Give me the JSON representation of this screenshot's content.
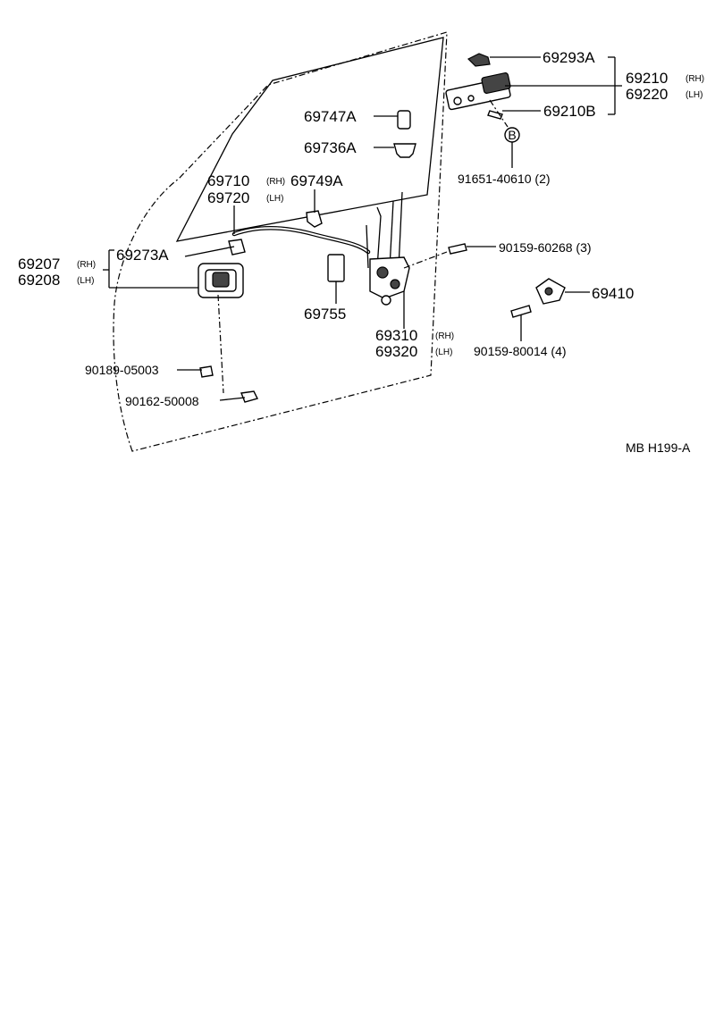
{
  "labels": {
    "p69293A": "69293A",
    "p69210": "69210",
    "p69210_side": "(RH)",
    "p69220": "69220",
    "p69220_side": "(LH)",
    "p69210B": "69210B",
    "pB": "B",
    "p91651": "91651-40610 (2)",
    "p69747A": "69747A",
    "p69736A": "69736A",
    "p69710": "69710",
    "p69710_side": "(RH)",
    "p69720": "69720",
    "p69720_side": "(LH)",
    "p69749A": "69749A",
    "p90159_60268": "90159-60268 (3)",
    "p69207": "69207",
    "p69207_side": "(RH)",
    "p69208": "69208",
    "p69208_side": "(LH)",
    "p69273A": "69273A",
    "p69755": "69755",
    "p69410": "69410",
    "p69310": "69310",
    "p69310_side": "(RH)",
    "p69320": "69320",
    "p69320_side": "(LH)",
    "p90159_80014": "90159-80014 (4)",
    "p90189": "90189-05003",
    "p90162": "90162-50008",
    "code": "MB  H199-A"
  }
}
